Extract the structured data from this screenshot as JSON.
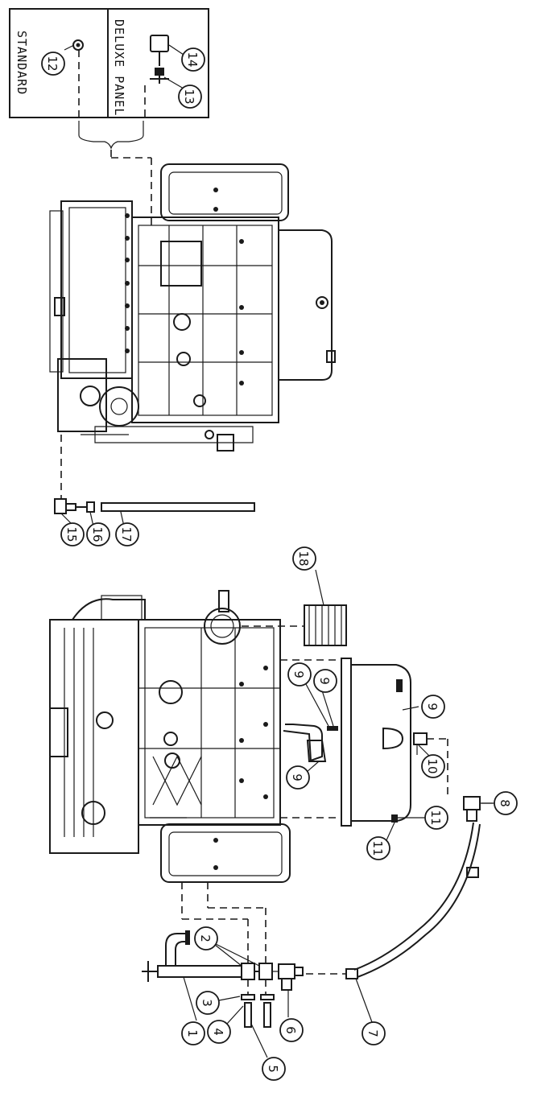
{
  "panel": {
    "standard_label": "STANDARD",
    "deluxe_label": "DELUXE PANEL"
  },
  "callouts": {
    "c1": "1",
    "c2": "2",
    "c3": "3",
    "c4": "4",
    "c5": "5",
    "c6": "6",
    "c7": "7",
    "c8": "8",
    "c9a": "9",
    "c9b": "9",
    "c9c": "9",
    "c9d": "9",
    "c10": "10",
    "c11a": "11",
    "c11b": "11",
    "c12": "12",
    "c13": "13",
    "c14": "14",
    "c15": "15",
    "c16": "16",
    "c17": "17",
    "c18": "18"
  }
}
